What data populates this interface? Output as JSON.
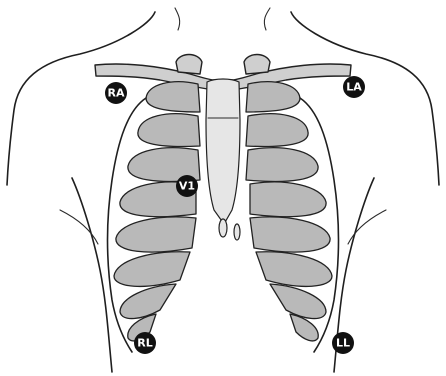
{
  "electrodes": [
    {
      "label": "RA"
    },
    {
      "label": "LA"
    },
    {
      "label": "V1"
    },
    {
      "label": "RL"
    },
    {
      "label": "LL"
    }
  ]
}
